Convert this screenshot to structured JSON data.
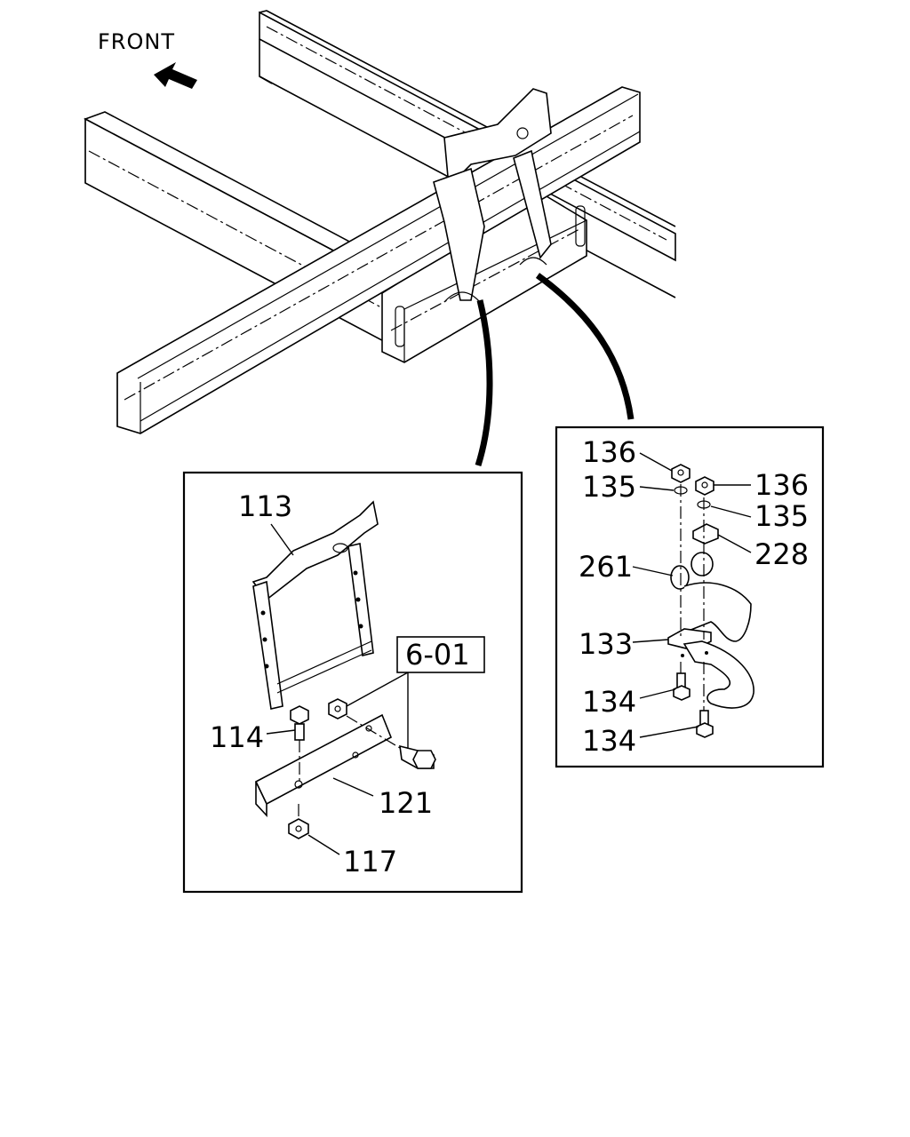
{
  "diagram": {
    "direction_label": "FRONT",
    "left_detail": {
      "ref_box": "6-01",
      "callouts": [
        {
          "part": "113"
        },
        {
          "part": "114"
        },
        {
          "part": "121"
        },
        {
          "part": "117"
        }
      ]
    },
    "right_detail": {
      "callouts": [
        {
          "part": "136"
        },
        {
          "part": "135"
        },
        {
          "part": "136"
        },
        {
          "part": "135"
        },
        {
          "part": "228"
        },
        {
          "part": "261"
        },
        {
          "part": "133"
        },
        {
          "part": "134"
        },
        {
          "part": "134"
        }
      ]
    },
    "icons": [
      "front-arrow-icon"
    ]
  }
}
